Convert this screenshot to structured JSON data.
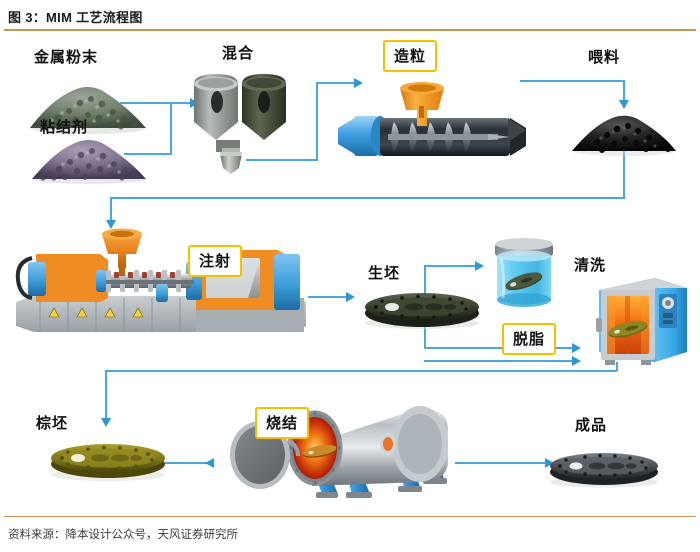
{
  "figure": {
    "title": "图 3：MIM 工艺流程图",
    "source": "资料来源：降本设计公众号，天风证券研究所",
    "accent_rule_color": "#c8945a",
    "arrow_color": "#4aa8dd",
    "label_box_border_color": "#f2c200"
  },
  "process": {
    "steps": [
      {
        "id": "metal-powder",
        "label": "金属粉末",
        "label_style": "plain",
        "note": "green-gray powder pile",
        "color": "#6f7f6a"
      },
      {
        "id": "binder",
        "label": "粘结剂",
        "label_style": "plain",
        "note": "purple binder powder pile",
        "color": "#7b6f8c"
      },
      {
        "id": "mixing",
        "label": "混合",
        "label_style": "plain",
        "note": "twin hopper mixer",
        "color": "#8a8f8a"
      },
      {
        "id": "granulation",
        "label": "造粒",
        "label_style": "box",
        "note": "orange hopper and extruder screw",
        "color": "#f5a11e"
      },
      {
        "id": "feedstock",
        "label": "喂料",
        "label_style": "plain",
        "note": "black granule pile",
        "color": "#1d1d1d"
      },
      {
        "id": "injection",
        "label": "注射",
        "label_style": "box",
        "note": "injection molding machine",
        "color": "#e8821e"
      },
      {
        "id": "green-body",
        "label": "生坯",
        "label_style": "plain",
        "note": "dark green molded disc part",
        "color": "#3c4434"
      },
      {
        "id": "cleaning",
        "label": "清洗",
        "label_style": "plain",
        "note": "part in blue solvent jar",
        "color": "#56c6ee"
      },
      {
        "id": "debinding",
        "label": "脱脂",
        "label_style": "box",
        "note": "blue debinding oven, glowing orange",
        "color": "#3aa7e8"
      },
      {
        "id": "brown-body",
        "label": "棕坯",
        "label_style": "plain",
        "note": "olive brown disc part",
        "color": "#7e7a1e"
      },
      {
        "id": "sintering",
        "label": "烧结",
        "label_style": "box",
        "note": "cylindrical sintering furnace, red hot",
        "color": "#c9ccce"
      },
      {
        "id": "finished-part",
        "label": "成品",
        "label_style": "plain",
        "note": "dark metallic finished disc",
        "color": "#4a4e52"
      }
    ],
    "flow": [
      "metal-powder → mixing",
      "binder → mixing",
      "mixing → granulation",
      "granulation → feedstock",
      "feedstock → injection",
      "injection → green-body",
      "green-body → cleaning",
      "green-body → debinding",
      "debinding → brown-body",
      "brown-body → sintering",
      "sintering → finished-part"
    ]
  }
}
